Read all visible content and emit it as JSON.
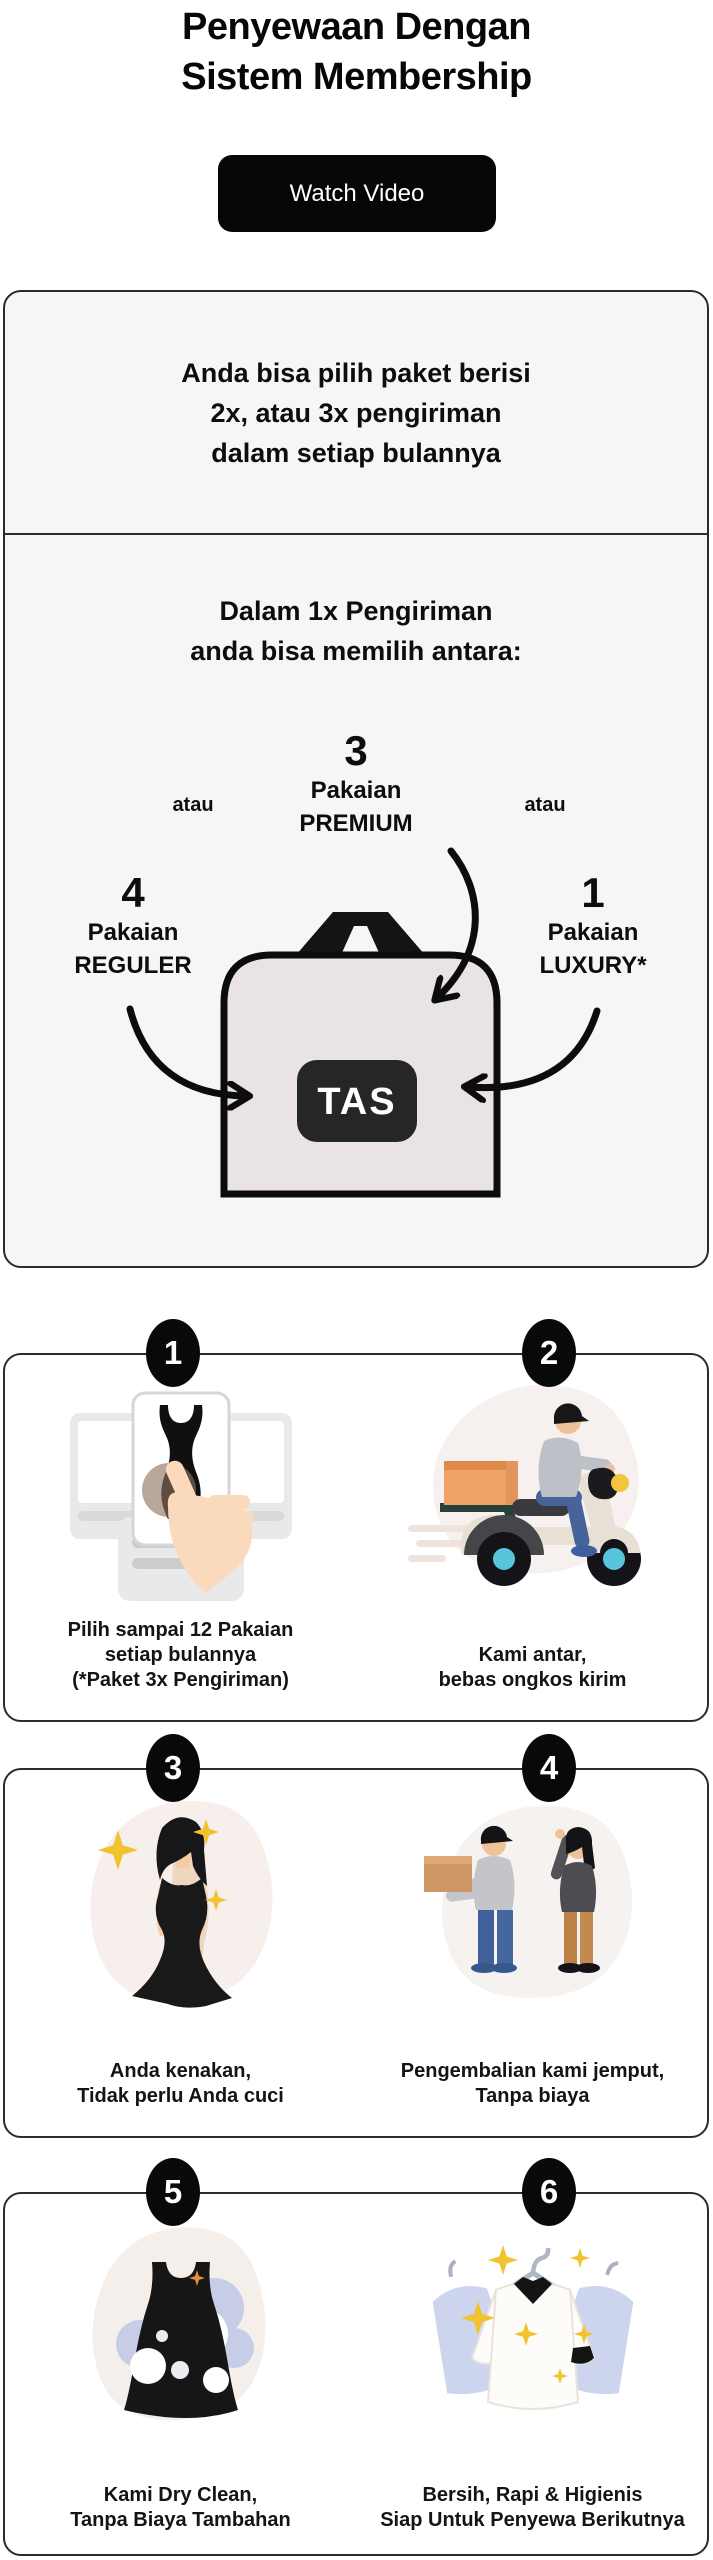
{
  "header": {
    "title_lines": [
      "Penyewaan Dengan",
      "Sistem Membership"
    ]
  },
  "video_button": {
    "label": "Watch Video"
  },
  "package_card": {
    "intro_lines": [
      "Anda bisa pilih paket berisi",
      "2x, atau 3x pengiriman",
      "dalam setiap bulannya"
    ],
    "choice_heading_lines": [
      "Dalam 1x Pengiriman",
      "anda bisa memilih antara:"
    ],
    "options": {
      "premium": {
        "count": "3",
        "line1": "Pakaian",
        "line2": "PREMIUM"
      },
      "reguler": {
        "count": "4",
        "line1": "Pakaian",
        "line2": "REGULER"
      },
      "luxury": {
        "count": "1",
        "line1": "Pakaian",
        "line2": "LUXURY*"
      },
      "or_left": "atau",
      "or_right": "atau"
    },
    "bag_label": "TAS"
  },
  "steps": [
    {
      "number": "1",
      "illustration": "choose-clothes",
      "caption_lines": [
        "Pilih sampai 12 Pakaian",
        "setiap bulannya",
        "(*Paket 3x Pengiriman)"
      ]
    },
    {
      "number": "2",
      "illustration": "delivery-scooter",
      "caption_lines": [
        "Kami antar,",
        "bebas ongkos kirim"
      ]
    },
    {
      "number": "3",
      "illustration": "wear-dress",
      "caption_lines": [
        "Anda kenakan,",
        "Tidak perlu Anda cuci"
      ]
    },
    {
      "number": "4",
      "illustration": "return-pickup",
      "caption_lines": [
        "Pengembalian kami jemput,",
        "Tanpa biaya"
      ]
    },
    {
      "number": "5",
      "illustration": "dry-clean",
      "caption_lines": [
        "Kami Dry Clean,",
        "Tanpa Biaya Tambahan"
      ]
    },
    {
      "number": "6",
      "illustration": "clean-shirts",
      "caption_lines": [
        "Bersih, Rapi & Higienis",
        "Siap Untuk Penyewa Berikutnya"
      ]
    }
  ],
  "colors": {
    "accent_black": "#090909",
    "card_bg": "#f7f6f6",
    "card_border": "#2b2b2b",
    "bag_fill": "#e9e3e3",
    "tas_chip": "#262626",
    "sparkle_yellow": "#f1c42f",
    "skin": "#eec39a",
    "jeans_blue": "#46639c",
    "box_orange": "#efa266",
    "bubble_periwinkle": "#c7cde7"
  }
}
